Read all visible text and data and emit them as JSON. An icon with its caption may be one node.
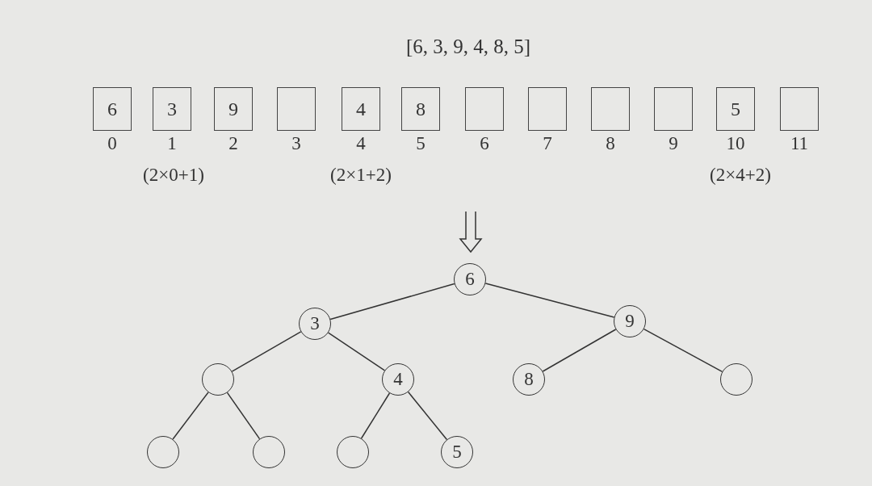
{
  "diagram": {
    "title": "[6, 3, 9, 4, 8, 5]",
    "nodes": [
      {
        "text": [
          "6"
        ],
        "beside": [
          "0"
        ]
      },
      {
        "text": [
          "3"
        ],
        "beside": [
          "1"
        ]
      },
      {
        "text": [
          "9"
        ],
        "beside": [
          "2"
        ]
      },
      {
        "text": [],
        "shape": "box",
        "beside": [
          "3"
        ]
      },
      {
        "text": [
          "4"
        ],
        "beside": [
          "4"
        ]
      },
      {
        "text": [
          "8"
        ],
        "beside": [
          "5"
        ]
      },
      {
        "text": [],
        "shape": "box",
        "beside": [
          "6"
        ]
      },
      {
        "text": [],
        "shape": "box",
        "beside": [
          "7"
        ]
      },
      {
        "text": [],
        "shape": "box",
        "beside": [
          "8"
        ]
      },
      {
        "text": [],
        "shape": "box",
        "beside": [
          "9"
        ]
      },
      {
        "text": [
          "5"
        ],
        "beside": [
          "10"
        ]
      },
      {
        "text": [],
        "shape": "box",
        "beside": [
          "11"
        ]
      },
      {
        "text": [
          "6"
        ]
      },
      {
        "text": [
          "3"
        ]
      },
      {
        "text": [
          "9"
        ]
      },
      {
        "text": [],
        "shape": "circle"
      },
      {
        "text": [
          "4"
        ]
      },
      {
        "text": [
          "8"
        ]
      },
      {
        "text": [],
        "shape": "circle"
      },
      {
        "text": [],
        "shape": "circle"
      },
      {
        "text": [],
        "shape": "circle"
      },
      {
        "text": [],
        "shape": "circle"
      },
      {
        "text": [
          "5"
        ]
      }
    ],
    "edges": [
      {
        "from": 12,
        "to": 13,
        "arrow": "none"
      },
      {
        "from": 12,
        "to": 14,
        "arrow": "none"
      },
      {
        "from": 13,
        "to": 15,
        "arrow": "none"
      },
      {
        "from": 13,
        "to": 16,
        "arrow": "none"
      },
      {
        "from": 14,
        "to": 17,
        "arrow": "none"
      },
      {
        "from": 14,
        "to": 18,
        "arrow": "none"
      },
      {
        "from": 15,
        "to": 19,
        "arrow": "none"
      },
      {
        "from": 15,
        "to": 20,
        "arrow": "none"
      },
      {
        "from": 16,
        "to": 21,
        "arrow": "none"
      },
      {
        "from": 16,
        "to": 22,
        "arrow": "none"
      }
    ],
    "labels": [
      "(2×0+1)",
      "(2×1+2)",
      "(2×4+2)"
    ]
  }
}
